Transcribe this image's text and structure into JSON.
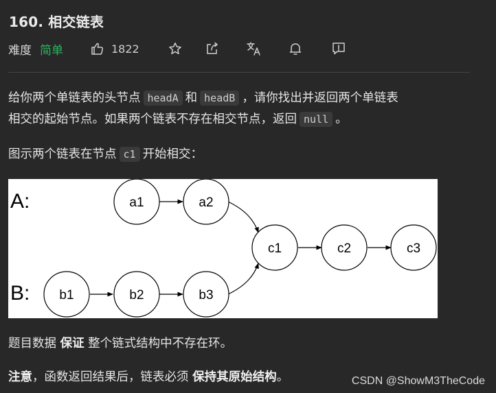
{
  "problem": {
    "title": "160. 相交链表",
    "difficulty_label": "难度",
    "difficulty": "简单",
    "likes": "1822"
  },
  "icons": {
    "like": "thumbs-up-icon",
    "star": "star-icon",
    "share": "share-icon",
    "translate": "translate-icon",
    "bell": "bell-icon",
    "feedback": "feedback-icon"
  },
  "description": {
    "p1_a": "给你两个单链表的头节点",
    "code_headA": "headA",
    "p1_b": "和",
    "code_headB": "headB",
    "p1_c": "，请你找出并返回两个单链表",
    "p1_d": "相交的起始节点。如果两个链表不存在相交节点，返回",
    "code_null": "null",
    "p1_e": "。",
    "p2_a": "图示两个链表在节点",
    "code_c1": "c1",
    "p2_b": "开始相交："
  },
  "figure": {
    "label_a": "A:",
    "label_b": "B:",
    "nodes": {
      "a1": "a1",
      "a2": "a2",
      "b1": "b1",
      "b2": "b2",
      "b3": "b3",
      "c1": "c1",
      "c2": "c2",
      "c3": "c3"
    }
  },
  "notes": {
    "p3_a": "题目数据",
    "p3_strong": "保证",
    "p3_b": "整个链式结构中不存在环。",
    "p4_strong1": "注意",
    "p4_a": "，函数返回结果后，链表必须",
    "p4_strong2": "保持其原始结构",
    "p4_b": "。"
  },
  "watermark": "CSDN @ShowM3TheCode",
  "colors": {
    "background": "#282828",
    "easy": "#2db55d",
    "code_bg": "#3a3a3a"
  }
}
